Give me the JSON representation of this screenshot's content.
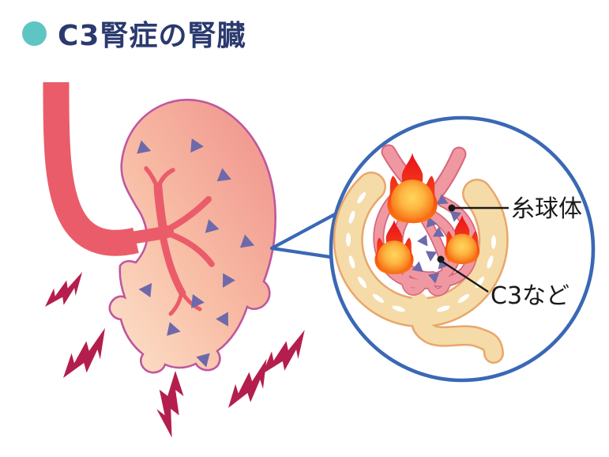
{
  "title": {
    "text": "C3腎症の腎臓",
    "text_color": "#2b3a6e",
    "bullet_color": "#5fc5c2"
  },
  "diagram": {
    "type": "medical-illustration",
    "subject": "Kidney affected by C3 glomerulopathy with magnified inflamed glomerulus",
    "labels": {
      "glomerulus": "糸球体",
      "deposits": "C3など"
    },
    "elements": {
      "kidney": "kidney with lobulated damaged outline",
      "vessel": "renal artery / ureter entering hilum with branching vessels",
      "deposit_triangles": "purple triangles = C3 deposits scattered in kidney and glomerulus",
      "lightning_bolts": "crimson lightning bolts = pain / damage around kidney",
      "magnifier": "blue circle magnifying a glomerulus in Bowman's capsule",
      "flames": "flames = inflammation on glomerular capillaries",
      "tubule": "proximal tubule leaving Bowman's capsule"
    },
    "colors": {
      "kidney_light": "#fbdcc4",
      "kidney_dark": "#f0928c",
      "kidney_outline": "#c0579e",
      "vessel_red": "#eb5c6a",
      "deposit_triangle": "#6e69aa",
      "lightning": "#b41e4d",
      "magnifier_blue": "#3a68b5",
      "capsule_fill": "#f5dba7",
      "capsule_outline": "#e8a76c",
      "capillary": "#f098a2",
      "capillary_outline": "#d8677b",
      "flame_red": "#e9121e",
      "flame_orange": "#fd7a0e",
      "ball_yellow": "#ffd75e",
      "label_color": "#1a1a1a"
    }
  }
}
